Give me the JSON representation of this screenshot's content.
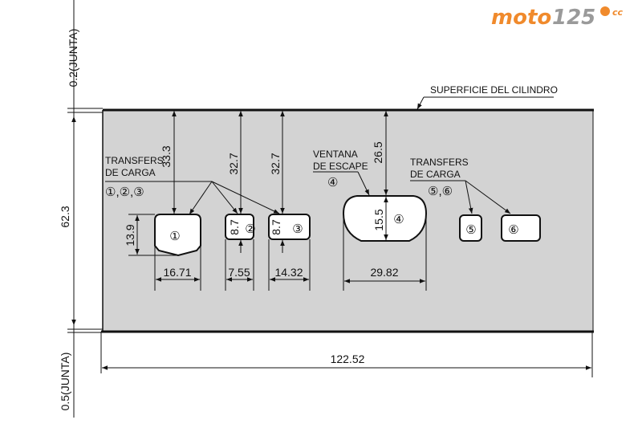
{
  "logo": {
    "brand": "moto",
    "number": "125",
    "suffix": "cc",
    "color": "#f08a2c"
  },
  "labels": {
    "surface": "SUPERFICIE DEL CILINDRO",
    "transfers_left_1": "TRANSFERS",
    "transfers_left_2": "DE CARGA",
    "transfers_left_ids": "①,②,③",
    "exhaust_1": "VENTANA",
    "exhaust_2": "DE ESCAPE",
    "exhaust_id": "④",
    "transfers_right_1": "TRANSFERS",
    "transfers_right_2": "DE CARGA",
    "transfers_right_ids": "⑤,⑥"
  },
  "ports": {
    "p1": "①",
    "p2": "②",
    "p3": "③",
    "p4": "④",
    "p5": "⑤",
    "p6": "⑥"
  },
  "dimensions": {
    "gasket_top": "0.2(JUNTA)",
    "height": "62.3",
    "gasket_bottom": "0.5(JUNTA)",
    "total_width": "122.52",
    "p1_top": "33.3",
    "p2_top": "32.7",
    "p3_top": "32.7",
    "p4_top": "26.5",
    "p1_height": "13.9",
    "p2_height": "8.7",
    "p3_height": "8.7",
    "p4_height": "15.5",
    "p1_width": "16.71",
    "p2_width": "7.55",
    "p3_width": "14.32",
    "p4_width": "29.82"
  },
  "colors": {
    "liner": "#d3d3d3",
    "port": "#ffffff",
    "line": "#111111"
  }
}
